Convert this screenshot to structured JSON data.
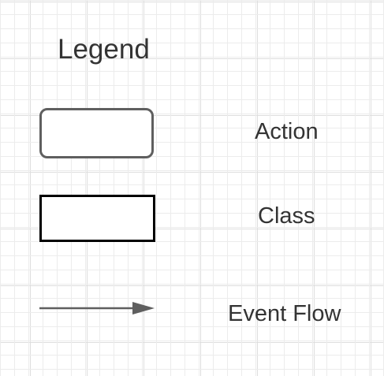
{
  "legend": {
    "title": "Legend",
    "items": [
      {
        "shape": "rounded-rectangle",
        "label": "Action",
        "stroke_color": "#5f5f5f"
      },
      {
        "shape": "rectangle",
        "label": "Class",
        "stroke_color": "#000000"
      },
      {
        "shape": "arrow",
        "label": "Event Flow",
        "stroke_color": "#5f5f5f"
      }
    ]
  },
  "colors": {
    "background": "#ffffff",
    "grid": "#ececec",
    "text": "#333333"
  }
}
